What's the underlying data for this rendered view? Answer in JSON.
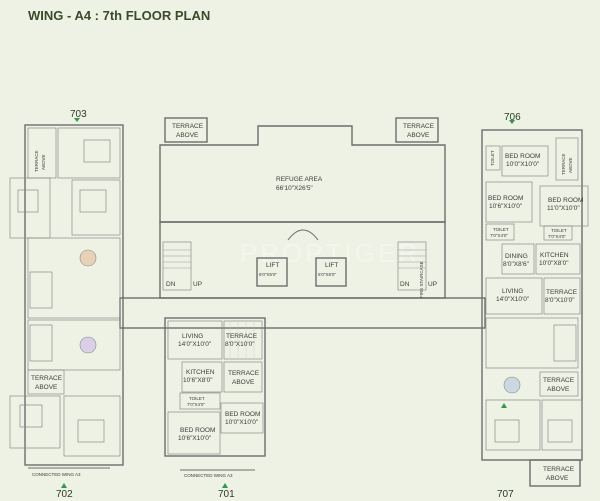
{
  "title": "WING - A4 : 7th FLOOR PLAN",
  "watermark": "PROPTIGER",
  "units": {
    "u702": "702",
    "u703": "703",
    "u701": "701",
    "u706": "706",
    "u707": "707"
  },
  "rooms": {
    "terrace_above": "TERRACE ABOVE",
    "terrace_above_short": "TERRACE",
    "above": "ABOVE",
    "refuge_area": "REFUGE AREA",
    "refuge_dim": "66'10\"X26'5\"",
    "lift": "LIFT",
    "lift1_dim": "6'0\"X5'0\"",
    "lift2_dim": "6'0\"X8'0\"",
    "dn": "DN",
    "up": "UP",
    "fire_staircase": "FIRE STAIRCASE",
    "living": "LIVING",
    "living_701_dim": "14'0\"X10'0\"",
    "terrace": "TERRACE",
    "terrace_701_dim": "8'0\"X10'0\"",
    "kitchen": "KITCHEN",
    "kitchen_701_dim": "10'6\"X8'0\"",
    "dining": "DINING",
    "dining_706_dim": "8'0\"X8'6\"",
    "bedroom": "BED ROOM",
    "bedroom_701a_dim": "10'0\"X10'0\"",
    "bedroom_701b_dim": "10'6\"X10'0\"",
    "toilet": "TOILET",
    "toilet_dim": "7'0\"X4'0\"",
    "bedroom_706a_dim": "10'0\"X10'0\"",
    "bedroom_706b_dim": "10'6\"X10'0\"",
    "bedroom_706c_dim": "11'0\"X10'0\"",
    "kitchen_706_dim": "10'0\"X8'0\"",
    "living_706_dim": "14'0\"X10'0\"",
    "terrace_706_dim": "8'0\"X10'0\"",
    "connected_wing": "CONNECTED WING A3"
  },
  "colors": {
    "background": "#eef2e4",
    "peach": "#f2dcc9",
    "lavender": "#e9e3f2",
    "blue": "#dde6ef",
    "core": "#dcdcdc",
    "corridor": "#fbf6e6",
    "green_marker": "#2f9a4a"
  }
}
